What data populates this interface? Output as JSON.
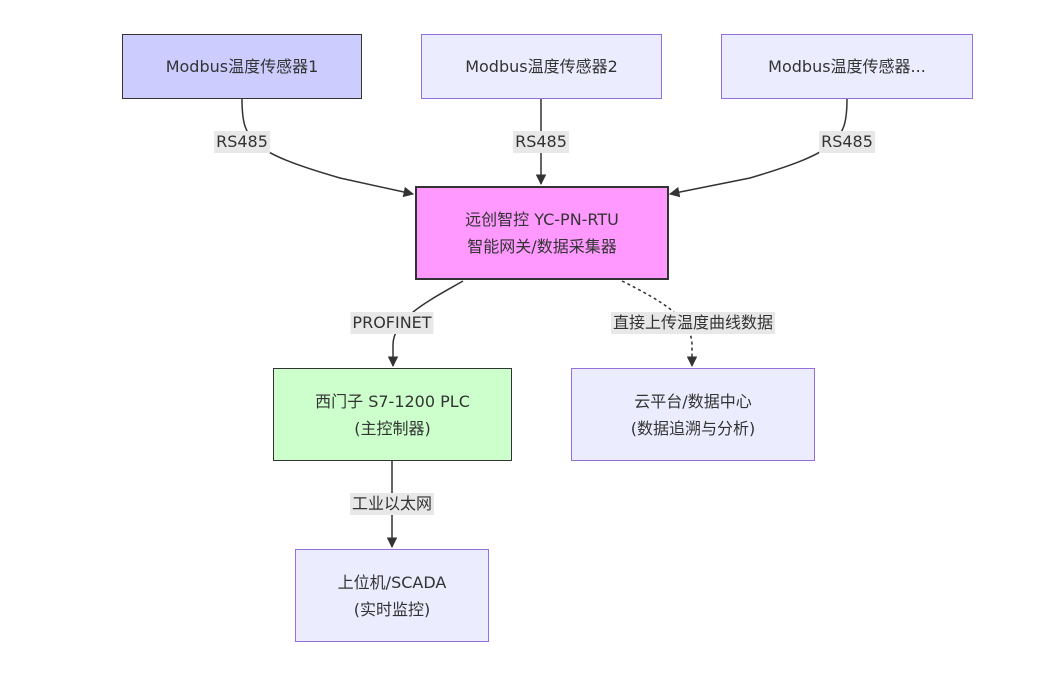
{
  "nodes": {
    "s1": {
      "label": "Modbus温度传感器1",
      "fill": "#ccccff",
      "stroke": "#333333"
    },
    "s2": {
      "label": "Modbus温度传感器2",
      "fill": "#ececff",
      "stroke": "#9370db"
    },
    "s3": {
      "label": "Modbus温度传感器...",
      "fill": "#ececff",
      "stroke": "#9370db"
    },
    "gw": {
      "line1": "远创智控 YC-PN-RTU",
      "line2": "智能网关/数据采集器",
      "fill": "#ff99ff",
      "stroke": "#333333"
    },
    "plc": {
      "line1": "西门子 S7-1200 PLC",
      "line2": "(主控制器)",
      "fill": "#ccffcc",
      "stroke": "#333333"
    },
    "cloud": {
      "line1": "云平台/数据中心",
      "line2": "(数据追溯与分析)",
      "fill": "#ececff",
      "stroke": "#9370db"
    },
    "scada": {
      "line1": "上位机/SCADA",
      "line2": "(实时监控)",
      "fill": "#ececff",
      "stroke": "#9370db"
    }
  },
  "edges": {
    "e1": {
      "label": "RS485",
      "style": "solid"
    },
    "e2": {
      "label": "RS485",
      "style": "solid"
    },
    "e3": {
      "label": "RS485",
      "style": "solid"
    },
    "e4": {
      "label": "PROFINET",
      "style": "solid"
    },
    "e5": {
      "label": "直接上传温度曲线数据",
      "style": "dotted"
    },
    "e6": {
      "label": "工业以太网",
      "style": "solid"
    }
  },
  "colors": {
    "edge": "#333333",
    "label_bg": "#e8e8e8"
  }
}
